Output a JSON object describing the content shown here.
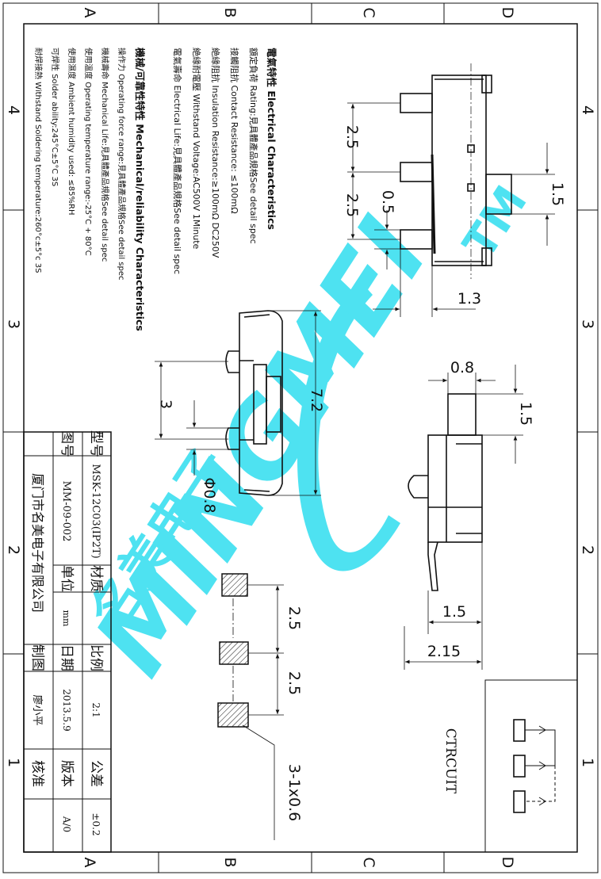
{
  "frame": {
    "col_letters": [
      "A",
      "B",
      "C",
      "D"
    ],
    "row_numbers": [
      "4",
      "3",
      "2",
      "1"
    ]
  },
  "specs": {
    "electrical": {
      "heading": "電氣特性 Electrical Characteristics",
      "lines": [
        "額定負荷 Rating:見具體產品規格See detail spec",
        "接觸阻抗 Contact Resistance: ≤100mΩ",
        "絶緣阻抗 Insulation Resistance:≥100mΩ DC250V",
        "絶緣耐電壓 Withstand Voltage:AC500V 1Minute",
        "電氣壽命 Electrical Life:見具體產品規格See detail spec"
      ]
    },
    "mechanical": {
      "heading": "機械/可靠性特性 Mechanical/reliability Characteristics",
      "lines": [
        "操作力 Operating force range:見具體產品規格See detail spec",
        "機械壽命 Mechanical Life:見具體產品規格See detail spec",
        "使用溫度 Operating temperature range:-25°C + 80°C",
        "使用濕度 Ambient humidity used: ≤85%RH",
        "可焊性 Solder ability:245°C±5°C 3S",
        "耐焊接熱 Withstand Soldering temperature:260°c±5°c 3S"
      ]
    }
  },
  "dimensions": {
    "top_view": [
      "2.5",
      "2.5",
      "0.5",
      "1.5",
      "1.3"
    ],
    "side_view": [
      "3",
      "7.2",
      "Φ0.8"
    ],
    "end_view": [
      "0.8",
      "1.5",
      "1.5",
      "2.15"
    ],
    "pad_layout": [
      "2.5",
      "2.5",
      "3-1x0.6"
    ]
  },
  "watermark": {
    "text": "MINGMEI",
    "tm": "TM",
    "cn": "名美电子"
  },
  "circuit": {
    "label": "CTRCUIT"
  },
  "title_block": {
    "model_label": "型号",
    "model_value": "MSK-12C03(IP2T)",
    "material_label": "材质",
    "ratio_label": "比例",
    "ratio_value": "2:1",
    "tolerance_label": "公差",
    "tolerance_value": "±0.2",
    "drawing_no_label": "图号",
    "drawing_no_value": "MM-09-002",
    "unit_label": "单位",
    "unit_value": "mm",
    "date_label": "日期",
    "date_value": "2013.5.9",
    "version_label": "版本",
    "version_value": "A/0",
    "company": "厦门市名美电子有限公司",
    "drafter_label": "制图",
    "drafter_value": "廖小平",
    "approver_label": "核准"
  },
  "colors": {
    "line": "#111111",
    "watermark": "#3fe0f0"
  }
}
